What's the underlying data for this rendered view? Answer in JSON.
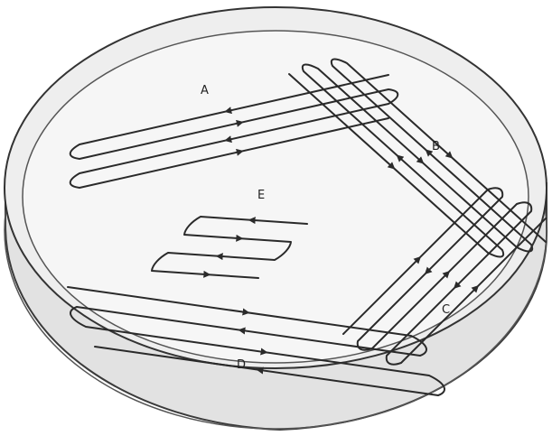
{
  "colors": {
    "ink": "#2a2a2a",
    "dish_fill": "#ededed",
    "dish_shadow": "#d6d6d6",
    "paper": "#ffffff"
  },
  "labels": {
    "a": "A",
    "b": "B",
    "c": "C",
    "d": "D",
    "e": "E"
  },
  "streaks": [
    {
      "name": "streak-a",
      "label": "A",
      "line_count": 4
    },
    {
      "name": "streak-b",
      "label": "B",
      "line_count": 5
    },
    {
      "name": "streak-c",
      "label": "C",
      "line_count": 5
    },
    {
      "name": "streak-d",
      "label": "D",
      "line_count": 4
    },
    {
      "name": "streak-e",
      "label": "E",
      "line_count": 4
    }
  ]
}
